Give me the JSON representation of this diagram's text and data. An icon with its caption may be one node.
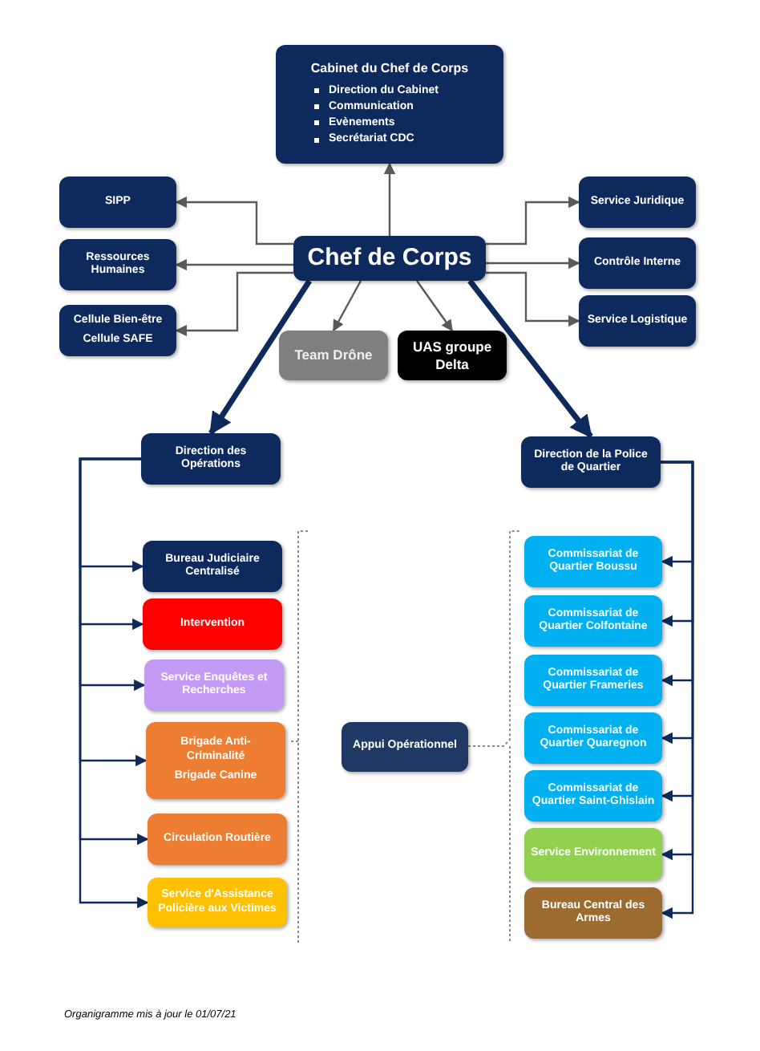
{
  "diagram": {
    "caption": "Organigramme mis à jour le 01/07/21",
    "nodes": [
      {
        "text": [
          "Cabinet du Chef de Corps",
          "Direction du Cabinet",
          "Communication",
          "Evènements",
          "Secrétariat CDC"
        ]
      },
      {
        "text": [
          "Chef de Corps"
        ]
      },
      {
        "text": [
          "SIPP"
        ]
      },
      {
        "text": [
          "Ressources Humaines"
        ]
      },
      {
        "text": [
          "Cellule Bien-être",
          "Cellule SAFE"
        ]
      },
      {
        "text": [
          "Service Juridique"
        ]
      },
      {
        "text": [
          "Contrôle Interne"
        ]
      },
      {
        "text": [
          "Service Logistique"
        ]
      },
      {
        "text": [
          "Team Drône"
        ]
      },
      {
        "text": [
          "UAS groupe Delta"
        ]
      },
      {
        "text": [
          "Direction des Opérations"
        ]
      },
      {
        "text": [
          "Direction de la Police de Quartier"
        ]
      },
      {
        "text": [
          "Bureau Judiciaire Centralisé"
        ]
      },
      {
        "text": [
          "Intervention"
        ]
      },
      {
        "text": [
          "Service Enquêtes et Recherches"
        ]
      },
      {
        "text": [
          "Brigade Anti-Criminalité",
          "Brigade Canine"
        ]
      },
      {
        "text": [
          "Circulation Routière"
        ]
      },
      {
        "text": [
          "Service d'Assistance Policière aux Victimes"
        ]
      },
      {
        "text": [
          "Appui Opérationnel"
        ]
      },
      {
        "text": [
          "Commissariat de Quartier Boussu"
        ]
      },
      {
        "text": [
          "Commissariat de Quartier Colfontaine"
        ]
      },
      {
        "text": [
          "Commissariat de Quartier Frameries"
        ]
      },
      {
        "text": [
          "Commissariat de Quartier Quaregnon"
        ]
      },
      {
        "text": [
          "Commissariat de Quartier Saint-Ghislain"
        ]
      },
      {
        "text": [
          "Service Environnement"
        ]
      },
      {
        "text": [
          "Bureau Central des Armes"
        ]
      }
    ],
    "edges": [
      {
        "from": 1,
        "to": 0,
        "arrow": "to",
        "color": "#595959"
      },
      {
        "from": 1,
        "to": 2,
        "arrow": "to",
        "color": "#595959"
      },
      {
        "from": 1,
        "to": 3,
        "arrow": "to",
        "color": "#595959"
      },
      {
        "from": 1,
        "to": 4,
        "arrow": "to",
        "color": "#595959"
      },
      {
        "from": 1,
        "to": 5,
        "arrow": "to",
        "color": "#595959"
      },
      {
        "from": 1,
        "to": 6,
        "arrow": "to",
        "color": "#595959"
      },
      {
        "from": 1,
        "to": 7,
        "arrow": "to",
        "color": "#595959"
      },
      {
        "from": 1,
        "to": 8,
        "arrow": "to",
        "color": "#595959"
      },
      {
        "from": 1,
        "to": 9,
        "arrow": "to",
        "color": "#595959"
      },
      {
        "from": 1,
        "to": 10,
        "arrow": "to",
        "style": "thick"
      },
      {
        "from": 1,
        "to": 11,
        "arrow": "to",
        "style": "thick"
      },
      {
        "from": 10,
        "to": 12,
        "arrow": "to"
      },
      {
        "from": 10,
        "to": 13,
        "arrow": "to"
      },
      {
        "from": 10,
        "to": 14,
        "arrow": "to"
      },
      {
        "from": 10,
        "to": 15,
        "arrow": "to"
      },
      {
        "from": 10,
        "to": 16,
        "arrow": "to"
      },
      {
        "from": 10,
        "to": 17,
        "arrow": "to"
      },
      {
        "from": 11,
        "to": 19,
        "arrow": "to"
      },
      {
        "from": 11,
        "to": 20,
        "arrow": "to"
      },
      {
        "from": 11,
        "to": 21,
        "arrow": "to"
      },
      {
        "from": 11,
        "to": 22,
        "arrow": "to"
      },
      {
        "from": 11,
        "to": 23,
        "arrow": "to"
      },
      {
        "from": 11,
        "to": 24,
        "arrow": "to"
      },
      {
        "from": 11,
        "to": 25,
        "arrow": "to"
      }
    ]
  }
}
